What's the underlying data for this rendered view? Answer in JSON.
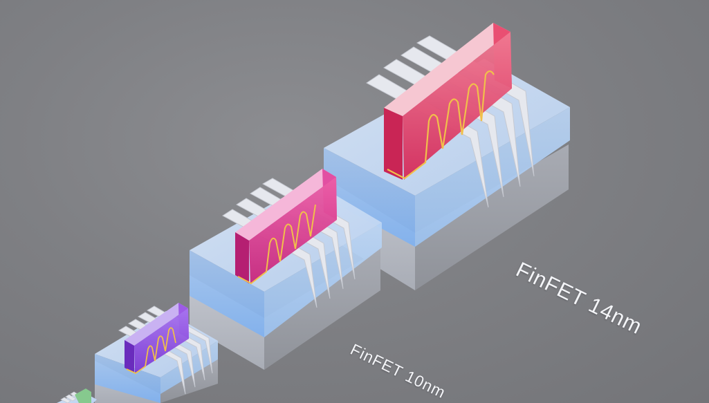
{
  "labels": {
    "large": "FinFET 14nm",
    "medium": "FinFET 10nm"
  },
  "colors": {
    "background": "#808185",
    "substrate": "#b7bac2",
    "oxide": "#a9c6ef",
    "fin": "#d7dbe3",
    "gate_14nm": "#e0365f",
    "gate_10nm": "#d83a8f",
    "gate_small": "#8a3fd8",
    "gate_tiny": "#86c98e",
    "gate_outline": "#f1c04a"
  },
  "devices": [
    {
      "name": "finfet-14nm",
      "fins": 4
    },
    {
      "name": "finfet-10nm",
      "fins": 4
    },
    {
      "name": "finfet-small",
      "fins": 4
    },
    {
      "name": "finfet-tiny",
      "fins": 3
    }
  ]
}
